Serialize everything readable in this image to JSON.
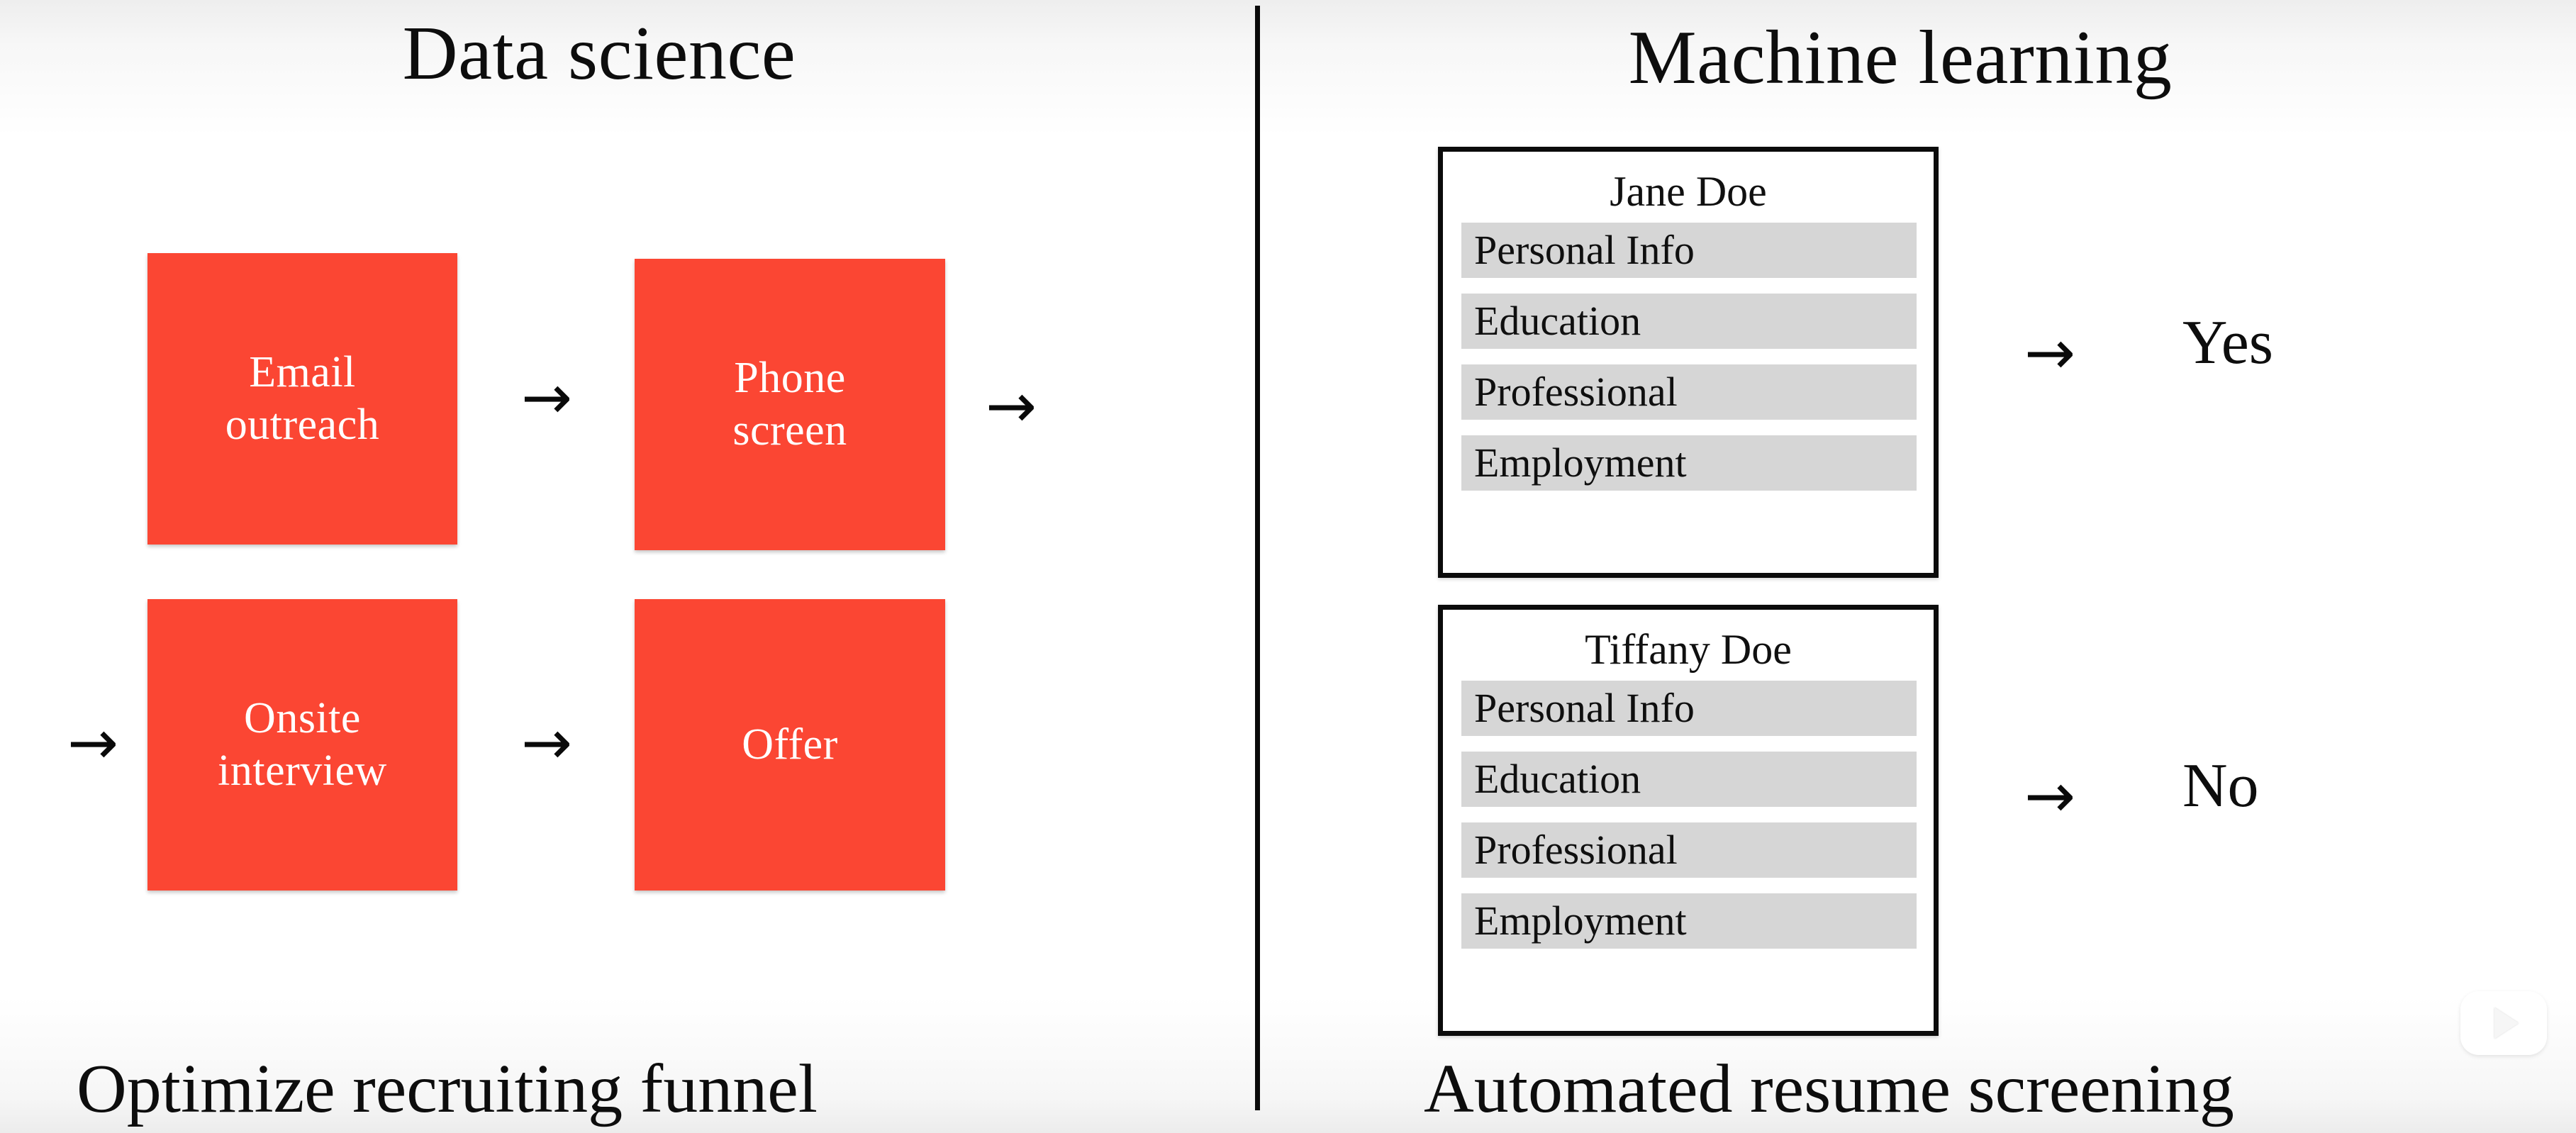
{
  "panels": {
    "left": {
      "title": "Data science",
      "caption": "Optimize recruiting funnel",
      "boxes": [
        {
          "label_line1": "Email",
          "label_line2": "outreach"
        },
        {
          "label_line1": "Phone",
          "label_line2": "screen"
        },
        {
          "label_line1": "Onsite",
          "label_line2": "interview"
        },
        {
          "label_line1": "Offer",
          "label_line2": ""
        }
      ],
      "arrows": [
        "→",
        "→",
        "→",
        "→"
      ],
      "box_color": "#fb4633",
      "box_text_color": "#ffffff"
    },
    "right": {
      "title": "Machine learning",
      "caption": "Automated resume screening",
      "cards": [
        {
          "name": "Jane Doe",
          "sections": [
            "Personal Info",
            "Education",
            "Professional",
            "Employment"
          ],
          "verdict": "Yes",
          "verdict_arrow": "→"
        },
        {
          "name": "Tiffany Doe",
          "sections": [
            "Personal Info",
            "Education",
            "Professional",
            "Employment"
          ],
          "verdict": "No",
          "verdict_arrow": "→"
        }
      ],
      "card_border_color": "#0b0b0b",
      "section_bar_color": "#d6d6d6"
    }
  },
  "divider": {
    "color": "#0a0a0a"
  },
  "watermark": {
    "icon": "play-button-icon"
  }
}
